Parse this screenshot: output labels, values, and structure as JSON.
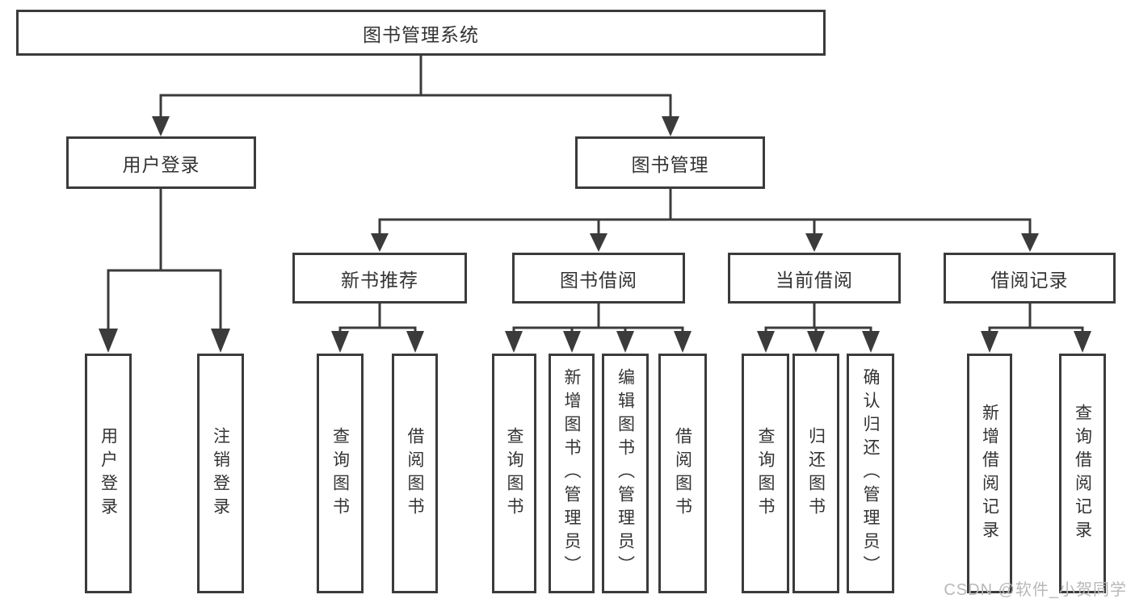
{
  "tree": {
    "root": "图书管理系统",
    "branches": [
      {
        "label": "用户登录",
        "children": [
          "用户登录",
          "注销登录"
        ]
      },
      {
        "label": "图书管理",
        "sections": [
          {
            "label": "新书推荐",
            "children": [
              "查询图书",
              "借阅图书"
            ]
          },
          {
            "label": "图书借阅",
            "children": [
              "查询图书",
              "新增图书（管理员）",
              "编辑图书（管理员）",
              "借阅图书"
            ]
          },
          {
            "label": "当前借阅",
            "children": [
              "查询图书",
              "归还图书",
              "确认归还（管理员）"
            ]
          },
          {
            "label": "借阅记录",
            "children": [
              "新增借阅记录",
              "查询借阅记录"
            ]
          }
        ]
      }
    ]
  },
  "watermark": {
    "text": "CSDN @软件_小贺同学"
  },
  "colors": {
    "line": "#3b3b3b",
    "text": "#333333",
    "background": "#ffffff",
    "watermark": "#b8b8b8"
  }
}
